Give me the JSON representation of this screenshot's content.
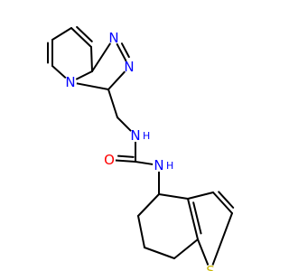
{
  "molecule": {
    "atoms": [
      {
        "id": "n_triazole_1",
        "label": "N",
        "color": "#0000ff"
      },
      {
        "id": "n_triazole_2",
        "label": "N",
        "color": "#0000ff"
      },
      {
        "id": "n_bridgehead",
        "label": "N",
        "color": "#0000ff"
      },
      {
        "id": "nh_upper",
        "label": "N",
        "sub": "H",
        "color": "#0000ff"
      },
      {
        "id": "o_carbonyl",
        "label": "O",
        "color": "#ff0000"
      },
      {
        "id": "nh_lower",
        "label": "N",
        "sub": "H",
        "color": "#0000ff"
      },
      {
        "id": "s_thiophene",
        "label": "S",
        "color": "#c8b400"
      }
    ]
  }
}
